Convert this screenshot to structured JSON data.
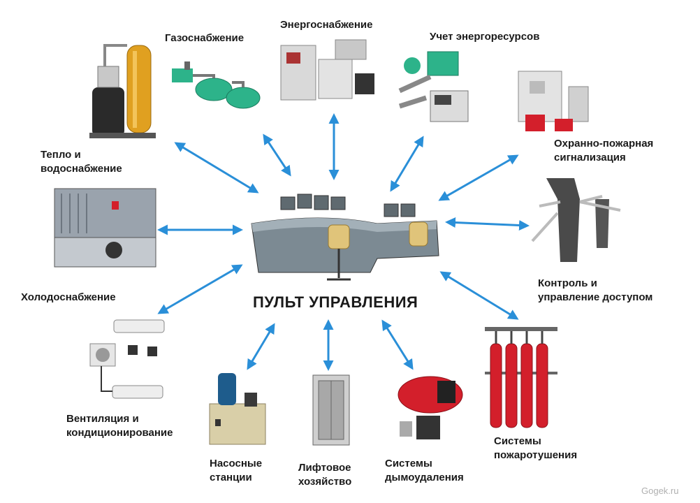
{
  "center": {
    "title": "ПУЛЬТ УПРАВЛЕНИЯ"
  },
  "nodes": {
    "gas": "Газоснабжение",
    "power": "Энергоснабжение",
    "metering": "Учет энергоресурсов",
    "heat": [
      "Тепло и",
      "водоснабжение"
    ],
    "fire_alarm": [
      "Охранно-пожарная",
      "сигнализация"
    ],
    "cooling": "Холодоснабжение",
    "access": [
      "Контроль и",
      "управление доступом"
    ],
    "ventilation": [
      "Вентиляция и",
      "кондиционирование"
    ],
    "pumps": [
      "Насосные",
      "станции"
    ],
    "elevators": [
      "Лифтовое",
      "хозяйство"
    ],
    "smoke": [
      "Системы",
      "дымоудаления"
    ],
    "extinguish": [
      "Системы",
      "пожаротушения"
    ]
  },
  "watermark": "Gogek.ru",
  "colors": {
    "arrow": "#2a8fd8",
    "cylinder": "#d31f2b",
    "tank": "#e0a020",
    "pipe": "#2db38a"
  }
}
